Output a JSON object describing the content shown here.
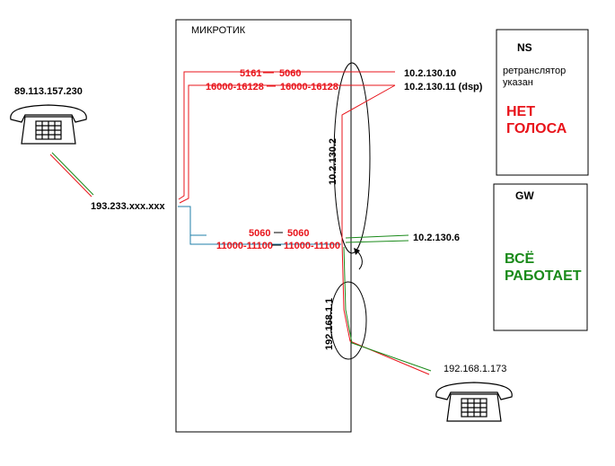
{
  "router": {
    "title": "МИКРОТИК"
  },
  "phones": {
    "left_ip": "89.113.157.230",
    "right_ip": "192.168.1.173"
  },
  "wan_ip": "193.233.xxx.xxx",
  "interfaces": {
    "upper": "10.2.130.2",
    "lower": "192.168.1.1"
  },
  "red_rules": [
    {
      "from": "5161",
      "to": "5060",
      "dest": "10.2.130.10"
    },
    {
      "from": "16000-16128",
      "to": "16000-16128",
      "dest": "10.2.130.11 (dsp)"
    }
  ],
  "blue_rules": [
    {
      "from": "5060",
      "to": "5060"
    },
    {
      "from": "11000-11100",
      "to": "11000-11100"
    }
  ],
  "gw_dest": "10.2.130.6",
  "ns_box": {
    "title": "NS",
    "note_line1": "ретранслятор",
    "note_line2": "указан",
    "status_line1": "НЕТ",
    "status_line2": "ГОЛОСА",
    "status_color": "#e8141b"
  },
  "gw_box": {
    "title": "GW",
    "status_line1": "ВСЁ",
    "status_line2": "РАБОТАЕТ",
    "status_color": "#1a8a1a"
  },
  "colors": {
    "red": "#e8141b",
    "green": "#1a8a1a",
    "blue": "#1f7fa8"
  }
}
